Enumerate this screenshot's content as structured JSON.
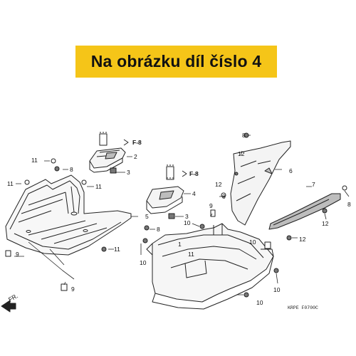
{
  "banner": {
    "text": "Na obrázku díl číslo 4"
  },
  "colors": {
    "banner_bg": "#f5c518",
    "line": "#222222"
  },
  "callouts": [
    "1",
    "2",
    "3",
    "3",
    "4",
    "5",
    "6",
    "7",
    "8",
    "8",
    "8",
    "8",
    "8",
    "9",
    "9",
    "9",
    "10",
    "10",
    "10",
    "10",
    "10",
    "11",
    "11",
    "11",
    "11",
    "11",
    "12",
    "12",
    "12",
    "12"
  ],
  "refs": {
    "f8_top": "F-8",
    "f8_mid": "F-8"
  },
  "direction": "FR.",
  "diagram_code": "KRPE   F0700C"
}
